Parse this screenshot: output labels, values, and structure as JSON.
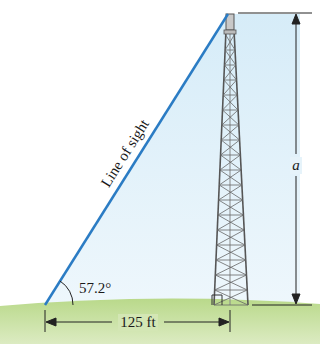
{
  "diagram": {
    "labels": [
      "Line of sight",
      "57.2°",
      "125 ft",
      "a"
    ]
  }
}
